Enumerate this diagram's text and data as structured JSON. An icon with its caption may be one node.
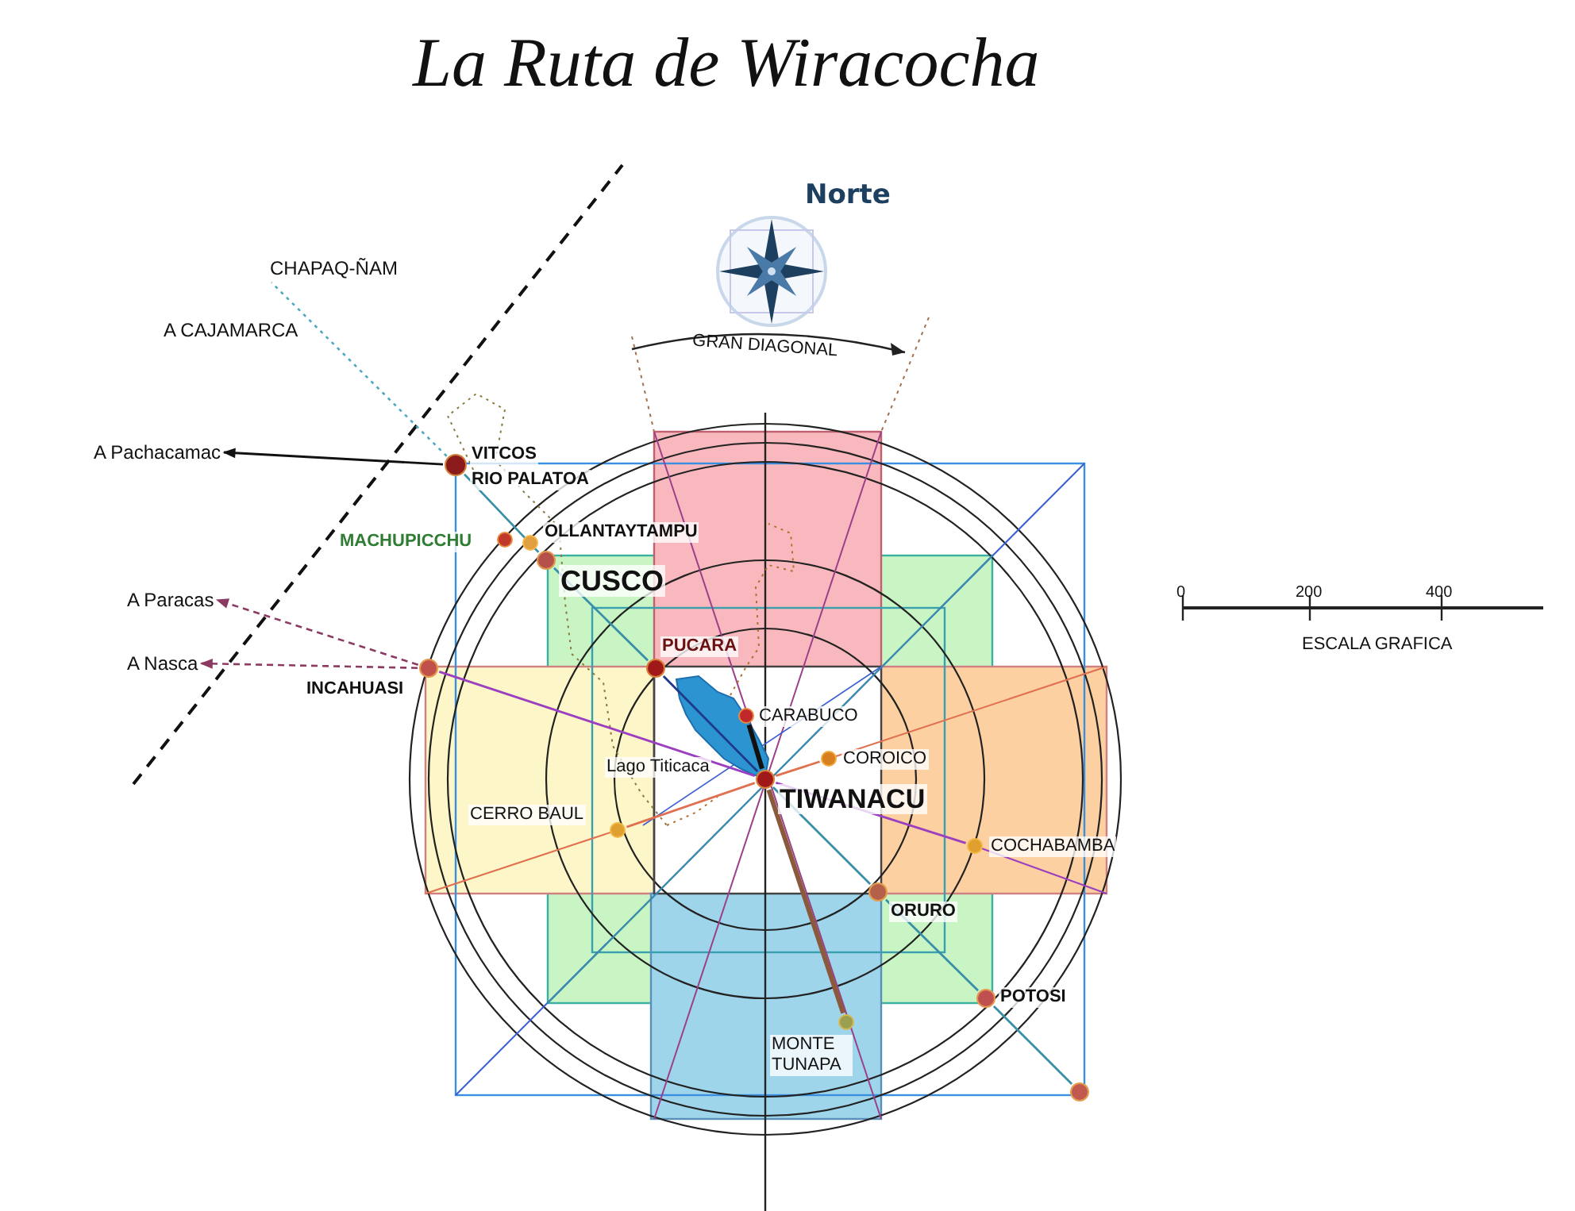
{
  "diagram": {
    "title": "La Ruta de Wiracocha",
    "nodes": [
      {
        "text": [
          "A Pachacamac"
        ]
      },
      {
        "text": [
          "CHAPAQ-ÑAM"
        ]
      },
      {
        "text": [],
        "shape": "circle",
        "beside": [
          "VITCOS",
          "RIO PALATOA"
        ]
      },
      {
        "text": [],
        "shape": "circle",
        "beside": [
          "MACHUPICCHU"
        ]
      },
      {
        "text": [],
        "shape": "circle",
        "beside": [
          "OLLANTAYTAMPU"
        ]
      },
      {
        "text": [],
        "shape": "circle",
        "beside": [
          "CUSCO"
        ]
      },
      {
        "text": [
          "A Paracas"
        ]
      },
      {
        "text": [
          "A Nasca"
        ]
      },
      {
        "text": [],
        "shape": "circle",
        "beside": [
          "INCAHUASI"
        ]
      },
      {
        "text": [],
        "shape": "circle",
        "beside": [
          "PUCARA"
        ]
      },
      {
        "text": [],
        "shape": "circle",
        "beside": [
          "CARABUCO"
        ]
      },
      {
        "text": [],
        "shape": "circle",
        "beside": [
          "COROICO"
        ]
      },
      {
        "text": [],
        "shape": "circle",
        "beside": [
          "TIWANACU"
        ]
      },
      {
        "text": [],
        "shape": "circle",
        "beside": [
          "CERRO BAUL"
        ]
      },
      {
        "text": [],
        "shape": "circle",
        "beside": [
          "COCHABAMBA"
        ]
      },
      {
        "text": [],
        "shape": "circle",
        "beside": [
          "ORURO"
        ]
      },
      {
        "text": [],
        "shape": "circle",
        "beside": [
          "POTOSI"
        ]
      },
      {
        "text": [],
        "shape": "circle",
        "beside": [
          "MONTE TUNAPA"
        ]
      },
      {
        "text": [],
        "shape": "circle"
      }
    ],
    "edges": [
      {
        "from": 2,
        "to": 0,
        "arrow": "to",
        "color": "#111111"
      },
      {
        "from": 2,
        "to": 1,
        "arrow": "none",
        "style": "dashed",
        "color": "#4fa8c0"
      },
      {
        "from": 8,
        "to": 6,
        "arrow": "to",
        "style": "dashed",
        "color": "#8b3a62"
      },
      {
        "from": 8,
        "to": 7,
        "arrow": "to",
        "style": "dashed",
        "color": "#8b3a62"
      },
      {
        "from": 12,
        "to": 17,
        "arrow": "none",
        "style": "thick",
        "color": "#8b5a3c"
      },
      {
        "from": 12,
        "to": 10,
        "arrow": "none",
        "style": "thick",
        "color": "#111111"
      },
      {
        "from": 8,
        "to": 12,
        "arrow": "none",
        "color": "#9b3fc0"
      },
      {
        "from": 12,
        "to": 14,
        "arrow": "none",
        "color": "#9b3fc0"
      },
      {
        "from": 13,
        "to": 12,
        "arrow": "none",
        "color": "#e07050"
      },
      {
        "from": 12,
        "to": 11,
        "arrow": "none",
        "color": "#e07050"
      },
      {
        "from": 2,
        "to": 5,
        "arrow": "none",
        "color": "#3a8fa8"
      },
      {
        "from": 5,
        "to": 9,
        "arrow": "none",
        "color": "#3a8fa8"
      },
      {
        "from": 9,
        "to": 12,
        "arrow": "none",
        "color": "#1e3a8a"
      },
      {
        "from": 12,
        "to": 15,
        "arrow": "none",
        "color": "#3a8fa8"
      },
      {
        "from": 15,
        "to": 16,
        "arrow": "none",
        "color": "#3a8fa8"
      },
      {
        "from": 16,
        "to": 18,
        "arrow": "none",
        "color": "#3a8fa8"
      }
    ],
    "labels": [
      "A  CAJAMARCA",
      "Norte",
      "GRAN DIAGONAL",
      "0",
      "200",
      "400",
      "ESCALA GRAFICA",
      "Lago Titicaca"
    ]
  }
}
